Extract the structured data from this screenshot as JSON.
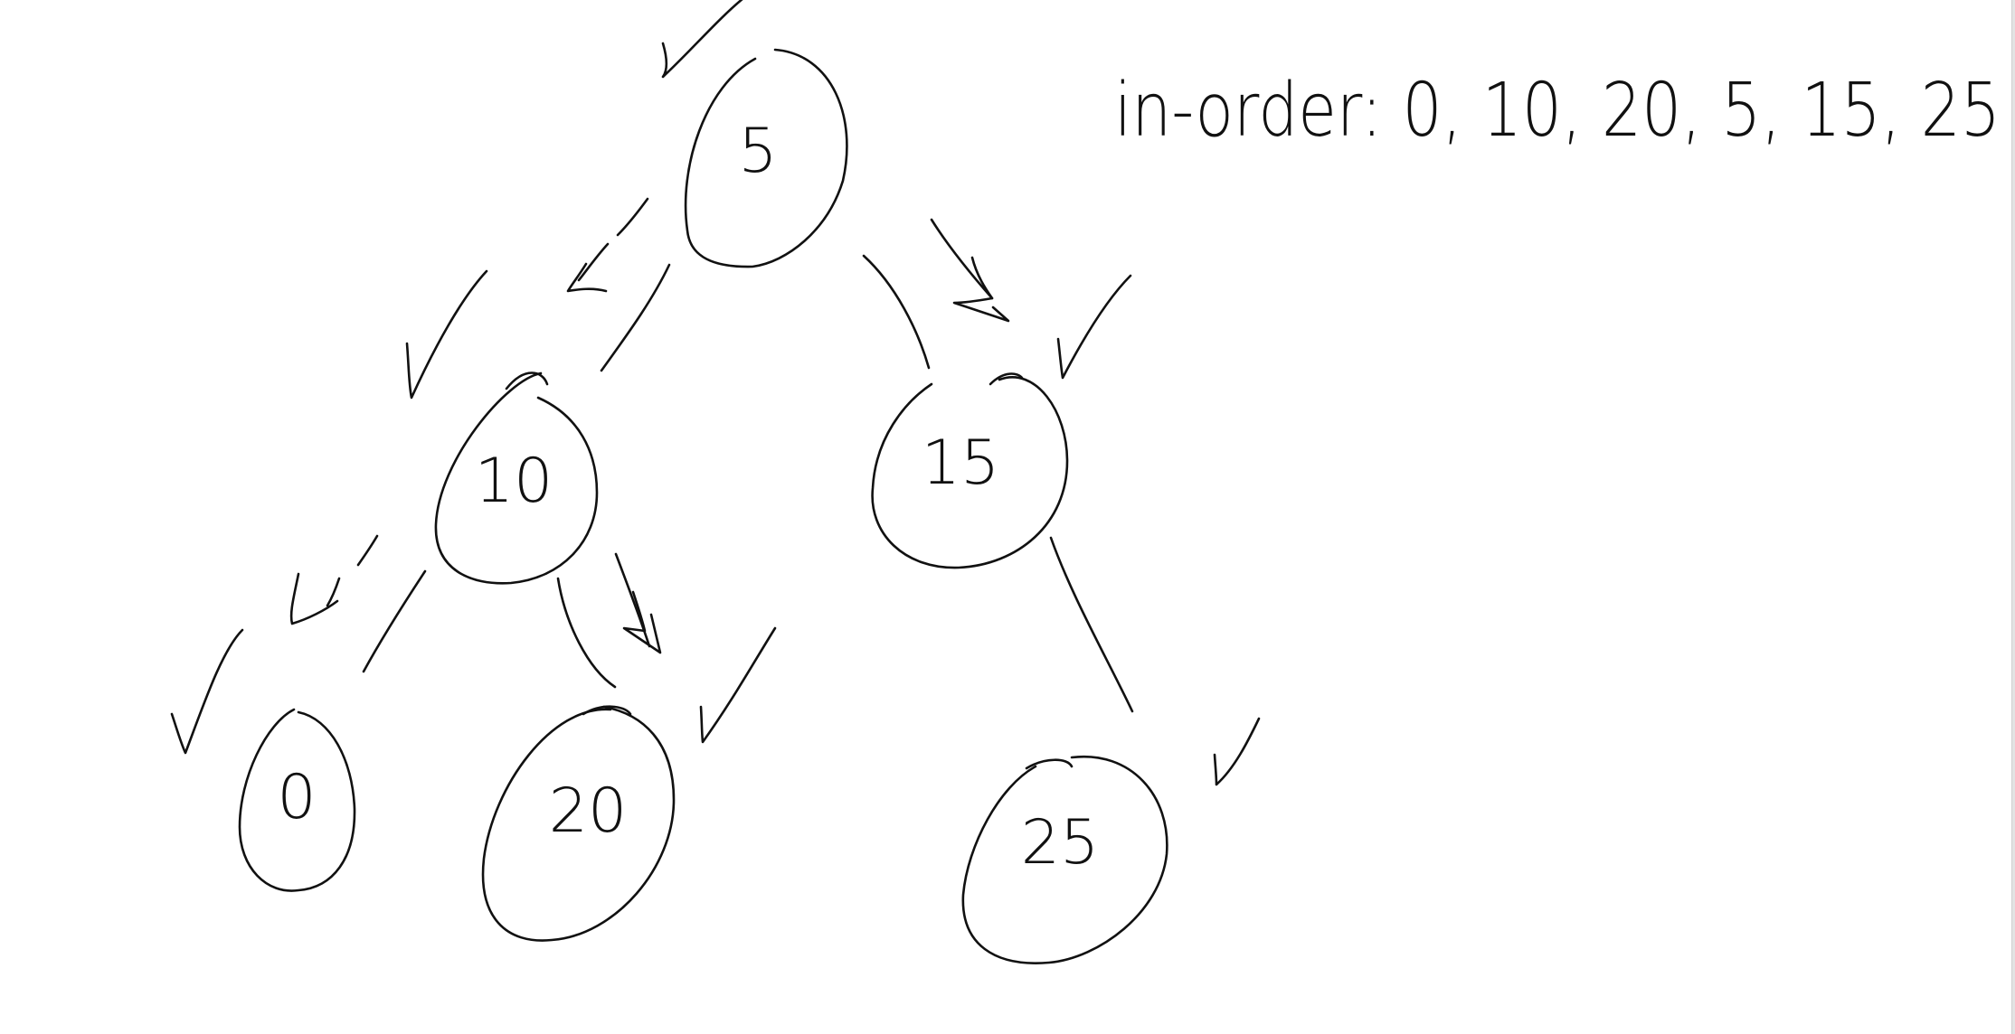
{
  "note": {
    "text": "in-order: 0, 10, 20, 5, 15, 25"
  },
  "nodes": [
    {
      "id": "n5",
      "label": "5"
    },
    {
      "id": "n10",
      "label": "10"
    },
    {
      "id": "n15",
      "label": "15"
    },
    {
      "id": "n0",
      "label": "0"
    },
    {
      "id": "n20",
      "label": "20"
    },
    {
      "id": "n25",
      "label": "25"
    }
  ],
  "colors": {
    "ink": "#111111",
    "background": "#ffffff"
  }
}
